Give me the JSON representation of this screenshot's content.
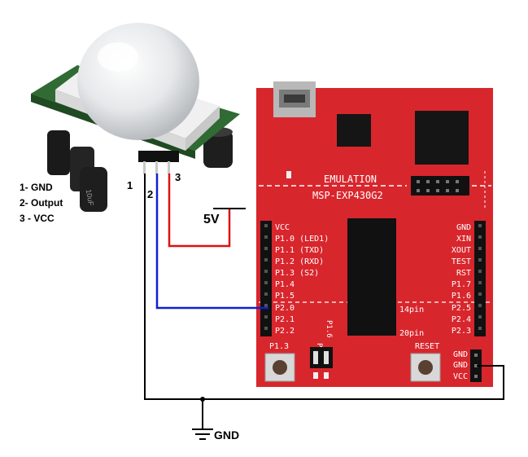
{
  "sensor": {
    "legend": [
      "1- GND",
      "2- Output",
      "3 - VCC"
    ],
    "pins": [
      "1",
      "2",
      "3"
    ]
  },
  "power": {
    "label": "5V"
  },
  "ground": {
    "label": "GND"
  },
  "board": {
    "emulation": "EMULATION",
    "name": "MSP-EXP430G2",
    "left_pins": [
      "VCC",
      "P1.0 (LED1)",
      "P1.1 (TXD)",
      "P1.2 (RXD)",
      "P1.3 (S2)",
      "P1.4",
      "P1.5",
      "P2.0",
      "P2.1",
      "P2.2"
    ],
    "right_pins": [
      "GND",
      "XIN",
      "XOUT",
      "TEST",
      "RST",
      "P1.7",
      "P1.6",
      "P2.5",
      "P2.4",
      "P2.3"
    ],
    "pin14": "14pin",
    "pin20": "20pin",
    "button_left": "P1.3",
    "button_right": "RESET",
    "jumper_left": "P1.0",
    "jumper_right": "P1.6",
    "power_header": [
      "GND",
      "GND",
      "VCC"
    ]
  },
  "colors": {
    "board": "#d8262d",
    "wire_red": "#e01010",
    "wire_blue": "#1020d0",
    "wire_black": "#000000"
  }
}
